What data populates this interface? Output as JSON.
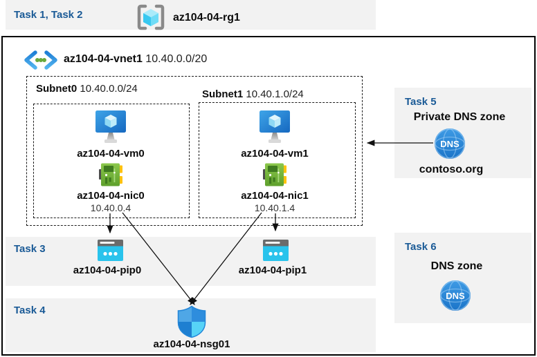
{
  "colors": {
    "accent_blue": "#1A5A96",
    "panel_gray": "#F2F2F2",
    "arrow_black": "#111111",
    "nic_green": "#6FAF35",
    "pip_cyan": "#29C3EC",
    "dns_blue": "#2B8BD9"
  },
  "header": {
    "task_label": "Task 1, Task 2",
    "resource_group": "az104-04-rg1"
  },
  "vnet": {
    "name": "az104-04-vnet1",
    "cidr": "10.40.0.0/20"
  },
  "subnet0": {
    "name": "Subnet0",
    "cidr": "10.40.0.0/24",
    "vm": "az104-04-vm0",
    "nic": "az104-04-nic0",
    "ip": "10.40.0.4"
  },
  "subnet1": {
    "name": "Subnet1",
    "cidr": "10.40.1.0/24",
    "vm": "az104-04-vm1",
    "nic": "az104-04-nic1",
    "ip": "10.40.1.4"
  },
  "task3": {
    "label": "Task 3",
    "pip0": "az104-04-pip0",
    "pip1": "az104-04-pip1"
  },
  "task4": {
    "label": "Task 4",
    "nsg": "az104-04-nsg01"
  },
  "task5": {
    "label": "Task 5",
    "title": "Private DNS zone",
    "zone": "contoso.org",
    "dns_icon_text": "DNS"
  },
  "task6": {
    "label": "Task 6",
    "title": "DNS zone",
    "dns_icon_text": "DNS"
  }
}
